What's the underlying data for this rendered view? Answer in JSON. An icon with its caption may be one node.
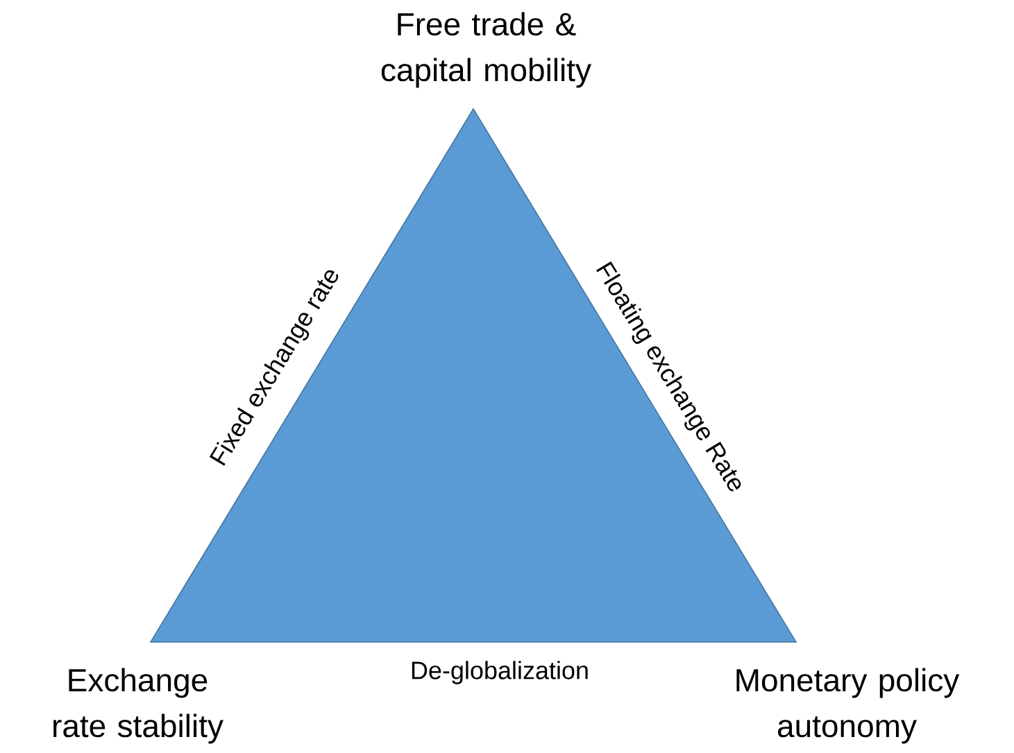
{
  "diagram": {
    "nodes": [
      {
        "text": [
          "Free trade & capital mobility"
        ]
      },
      {
        "text": [],
        "shape": "triangle"
      },
      {
        "text": [
          "Exchange rate stability"
        ]
      },
      {
        "text": [
          "Monetary policy autonomy"
        ]
      }
    ],
    "labels": [
      "Fixed exchange rate",
      "Floating exchange Rate",
      "De-globalization"
    ]
  }
}
